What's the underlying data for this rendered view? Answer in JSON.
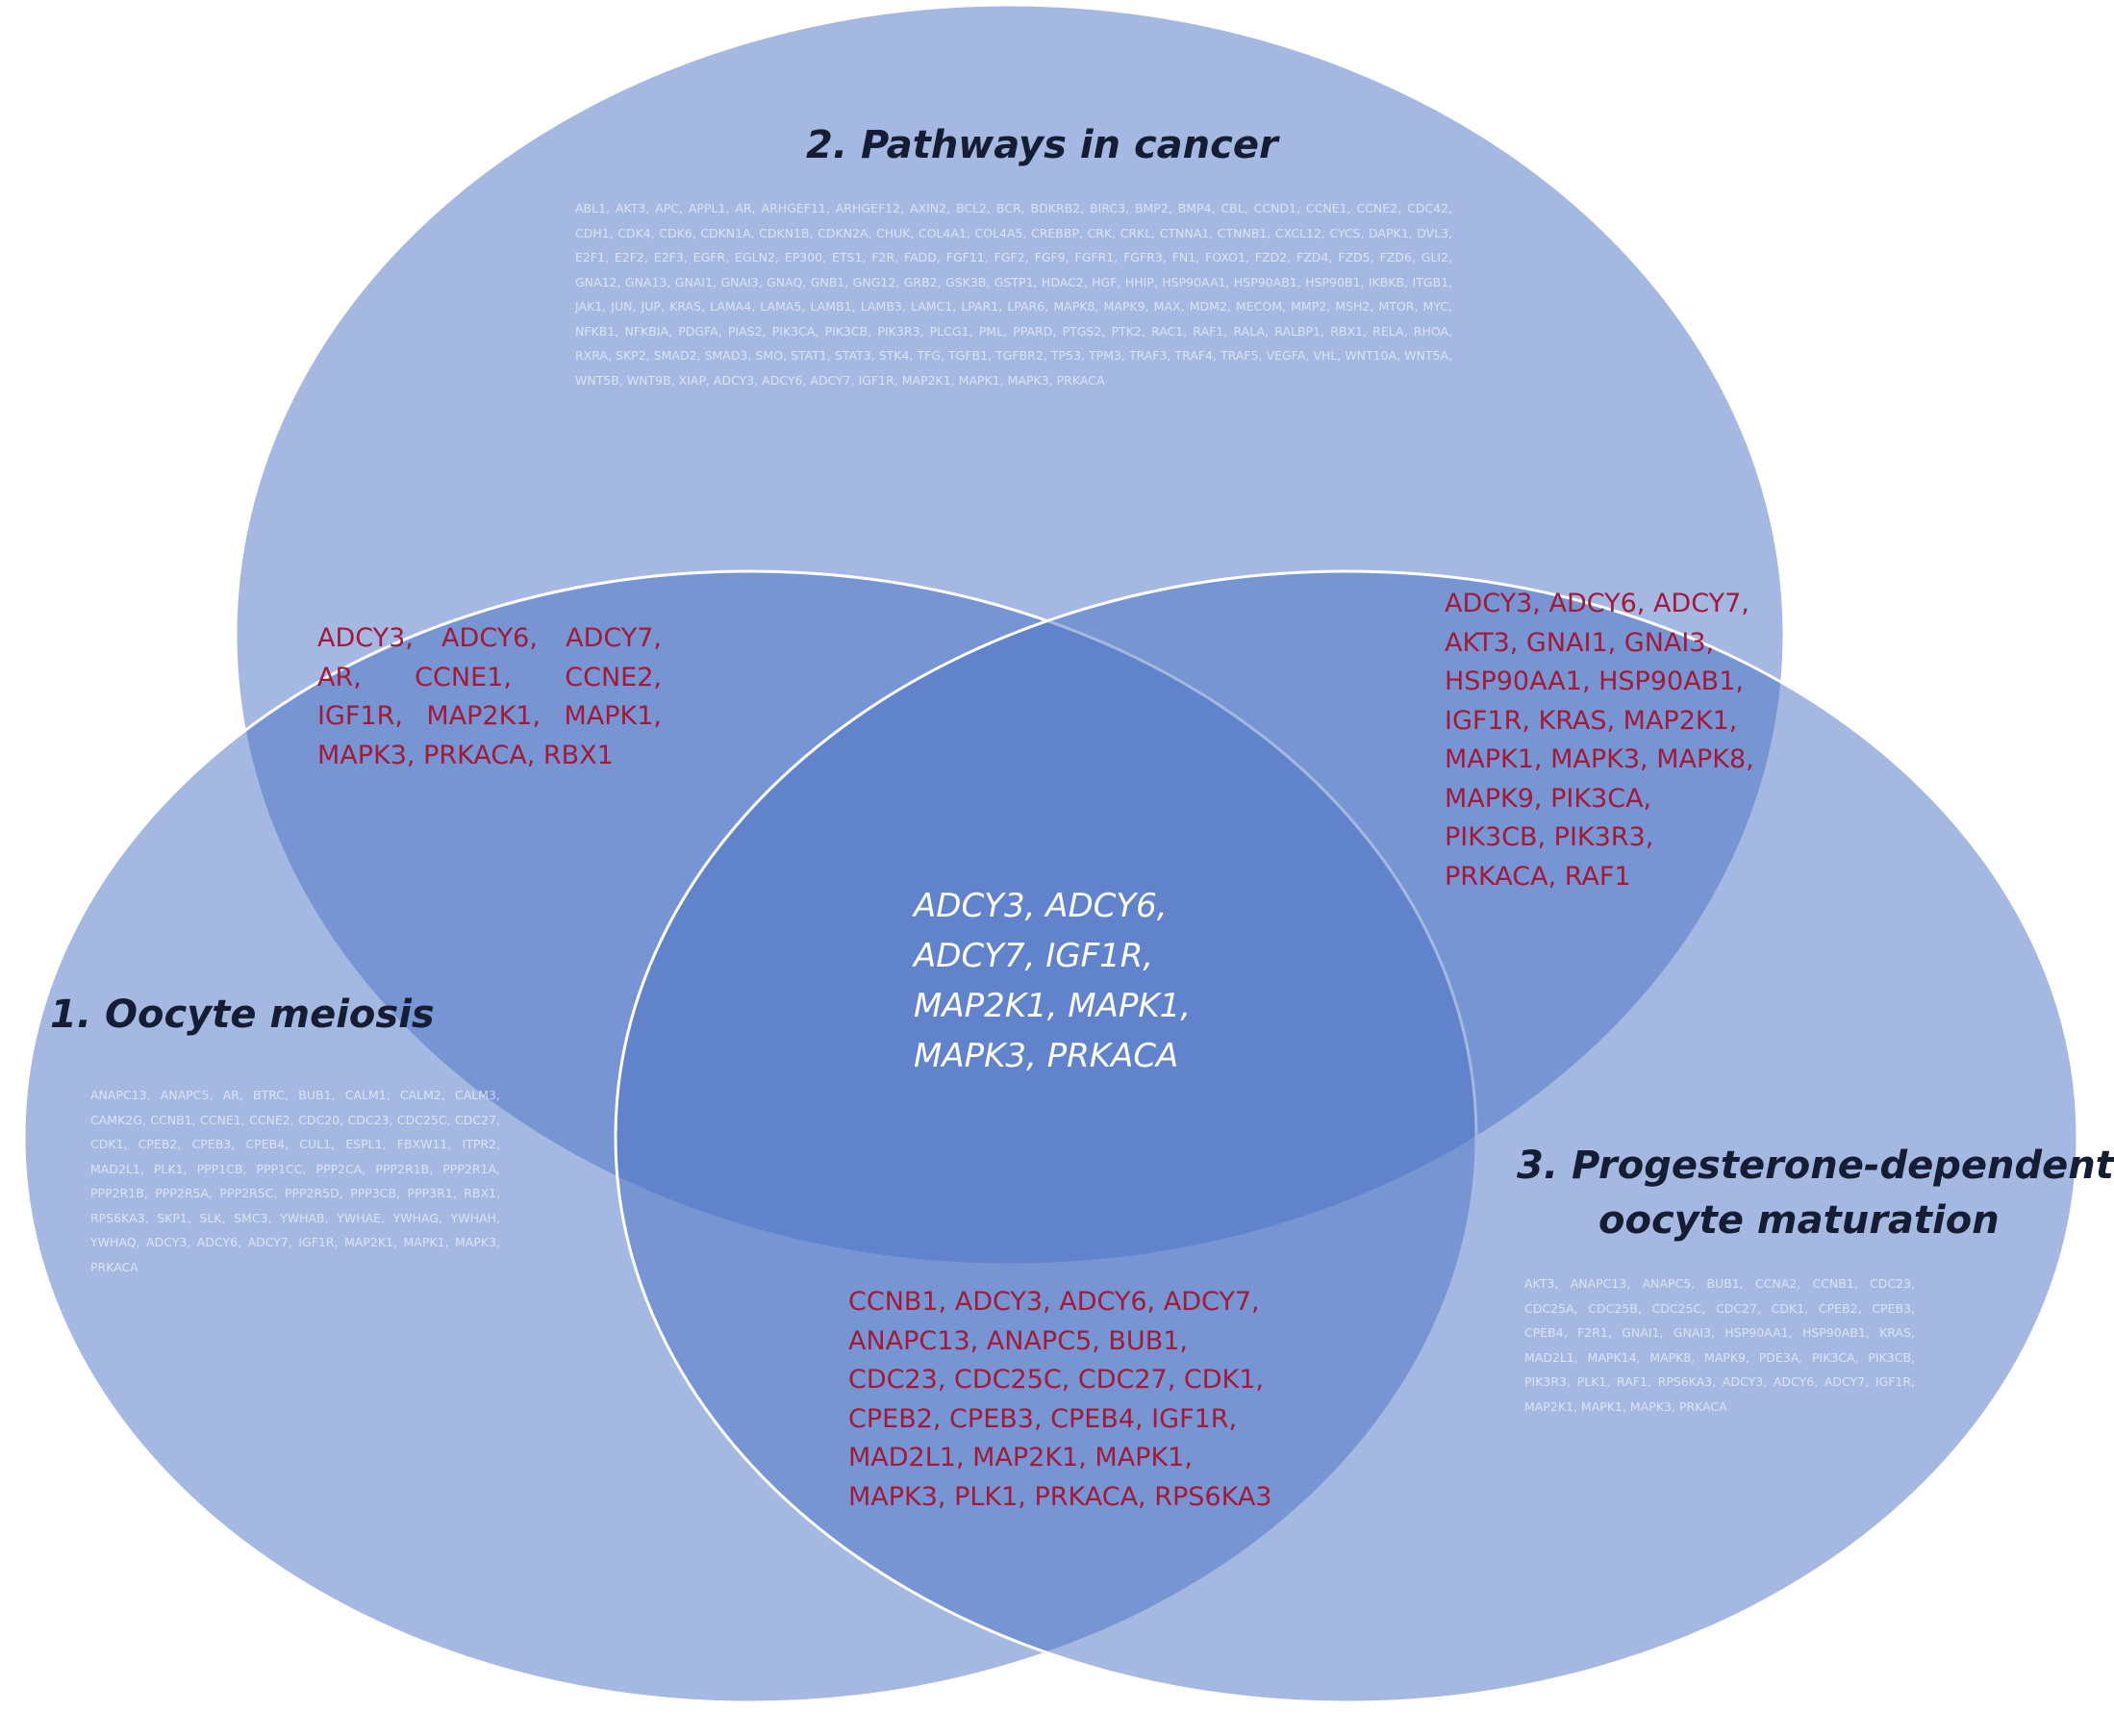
{
  "colors": {
    "circle_fill": "#4a72c4",
    "circle_stroke": "#ffffff",
    "overlap_text": "#a11a3a",
    "center_text": "#ffffff",
    "title_text": "#141d33"
  },
  "sets": {
    "pathways_in_cancer": {
      "title": "2. Pathways in cancer",
      "genes": "ABL1, AKT3, APC, APPL1, AR, ARHGEF11, ARHGEF12, AXIN2, BCL2, BCR, BDKRB2, BIRC3, BMP2, BMP4, CBL, CCND1, CCNE1, CCNE2, CDC42, CDH1, CDK4, CDK6, CDKN1A, CDKN1B, CDKN2A, CHUK, COL4A1, COL4A5, CREBBP, CRK, CRKL, CTNNA1, CTNNB1, CXCL12, CYCS, DAPK1, DVL3, E2F1, E2F2, E2F3, EGFR, EGLN2, EP300, ETS1, F2R, FADD, FGF11, FGF2, FGF9, FGFR1, FGFR3, FN1, FOXO1, FZD2, FZD4, FZD5, FZD6, GLI2, GNA12, GNA13, GNAI1, GNAI3, GNAQ, GNB1, GNG12, GRB2, GSK3B, GSTP1, HDAC2, HGF, HHIP, HSP90AA1, HSP90AB1, HSP90B1, IKBKB, ITGB1, JAK1, JUN, JUP, KRAS, LAMA4, LAMA5, LAMB1, LAMB3, LAMC1, LPAR1, LPAR6, MAPK8, MAPK9, MAX, MDM2, MECOM, MMP2, MSH2, MTOR, MYC, NFKB1, NFKBIA, PDGFA, PIAS2, PIK3CA, PIK3CB, PIK3R3, PLCG1, PML, PPARD, PTGS2, PTK2, RAC1, RAF1, RALA, RALBP1, RBX1, RELA, RHOA, RXRA, SKP2, SMAD2, SMAD3, SMO, STAT1, STAT3, STK4, TFG, TGFB1, TGFBR2, TP53, TPM3, TRAF3, TRAF4, TRAF5, VEGFA, VHL, WNT10A, WNT5A, WNT5B, WNT9B, XIAP, ADCY3, ADCY6, ADCY7, IGF1R, MAP2K1, MAPK1, MAPK3, PRKACA"
    },
    "oocyte_meiosis": {
      "title": "1. Oocyte meiosis",
      "genes": "ANAPC13, ANAPC5, AR, BTRC, BUB1, CALM1, CALM2, CALM3, CAMK2G, CCNB1, CCNE1, CCNE2, CDC20, CDC23, CDC25C, CDC27, CDK1, CPEB2, CPEB3, CPEB4, CUL1, ESPL1, FBXW11, ITPR2, MAD2L1, PLK1, PPP1CB, PPP1CC, PPP2CA, PPP2R1B, PPP2R1A, PPP2R1B, PPP2R5A, PPP2R5C, PPP2R5D, PPP3CB, PPP3R1, RBX1, RPS6KA3, SKP1, SLK, SMC3, YWHAB, YWHAE, YWHAG, YWHAH, YWHAQ, ADCY3, ADCY6, ADCY7, IGF1R, MAP2K1, MAPK1, MAPK3, PRKACA"
    },
    "progesterone_oocyte_maturation": {
      "title_line1": "3. Progesterone-dependent",
      "title_line2": "oocyte maturation",
      "genes": "AKT3, ANAPC13, ANAPC5, BUB1, CCNA2, CCNB1, CDC23, CDC25A, CDC25B, CDC25C, CDC27, CDK1, CPEB2, CPEB3, CPEB4, F2R1, GNAI1, GNAI3, HSP90AA1, HSP90AB1, KRAS, MAD2L1, MAPK14, MAPK8, MAPK9, PDE3A, PIK3CA, PIK3CB, PIK3R3, PLK1, RAF1, RPS6KA3, ADCY3, ADCY6, ADCY7, IGF1R, MAP2K1, MAPK1, MAPK3, PRKACA"
    }
  },
  "overlaps": {
    "cancer_and_meiosis": "ADCY3, ADCY6, ADCY7, AR, CCNE1, CCNE2, IGF1R, MAP2K1, MAPK1, MAPK3, PRKACA, RBX1",
    "cancer_and_maturation": "ADCY3, ADCY6, ADCY7, AKT3, GNAI1, GNAI3, HSP90AA1, HSP90AB1, IGF1R, KRAS, MAP2K1, MAPK1, MAPK3, MAPK8, MAPK9, PIK3CA, PIK3CB, PIK3R3, PRKACA, RAF1",
    "meiosis_and_maturation": "CCNB1, ADCY3, ADCY6, ADCY7, ANAPC13, ANAPC5, BUB1, CDC23, CDC25C, CDC27, CDK1, CPEB2, CPEB3, CPEB4, IGF1R, MAD2L1, MAP2K1, MAPK1, MAPK3, PLK1, PRKACA, RPS6KA3",
    "all_three": "ADCY3, ADCY6, ADCY7, IGF1R, MAP2K1, MAPK1, MAPK3, PRKACA"
  }
}
